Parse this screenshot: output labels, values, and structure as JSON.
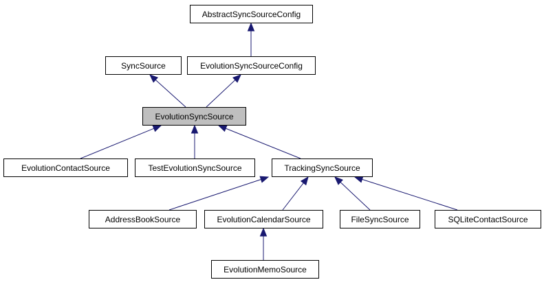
{
  "nodes": {
    "abstract_sync_source_config": {
      "label": "AbstractSyncSourceConfig"
    },
    "sync_source": {
      "label": "SyncSource"
    },
    "evolution_sync_source_config": {
      "label": "EvolutionSyncSourceConfig"
    },
    "evolution_sync_source": {
      "label": "EvolutionSyncSource"
    },
    "evolution_contact_source": {
      "label": "EvolutionContactSource"
    },
    "test_evolution_sync_source": {
      "label": "TestEvolutionSyncSource"
    },
    "tracking_sync_source": {
      "label": "TrackingSyncSource"
    },
    "address_book_source": {
      "label": "AddressBookSource"
    },
    "evolution_calendar_source": {
      "label": "EvolutionCalendarSource"
    },
    "file_sync_source": {
      "label": "FileSyncSource"
    },
    "sqlite_contact_source": {
      "label": "SQLiteContactSource"
    },
    "evolution_memo_source": {
      "label": "EvolutionMemoSource"
    }
  },
  "edges": [
    {
      "child": "evolution_sync_source_config",
      "parent": "abstract_sync_source_config"
    },
    {
      "child": "evolution_sync_source",
      "parent": "sync_source"
    },
    {
      "child": "evolution_sync_source",
      "parent": "evolution_sync_source_config"
    },
    {
      "child": "evolution_contact_source",
      "parent": "evolution_sync_source"
    },
    {
      "child": "test_evolution_sync_source",
      "parent": "evolution_sync_source"
    },
    {
      "child": "tracking_sync_source",
      "parent": "evolution_sync_source"
    },
    {
      "child": "address_book_source",
      "parent": "tracking_sync_source"
    },
    {
      "child": "evolution_calendar_source",
      "parent": "tracking_sync_source"
    },
    {
      "child": "file_sync_source",
      "parent": "tracking_sync_source"
    },
    {
      "child": "sqlite_contact_source",
      "parent": "tracking_sync_source"
    },
    {
      "child": "evolution_memo_source",
      "parent": "evolution_calendar_source"
    }
  ],
  "colors": {
    "edge": "#191970",
    "highlight_fill": "#bfbfbf",
    "node_border": "#000000"
  }
}
